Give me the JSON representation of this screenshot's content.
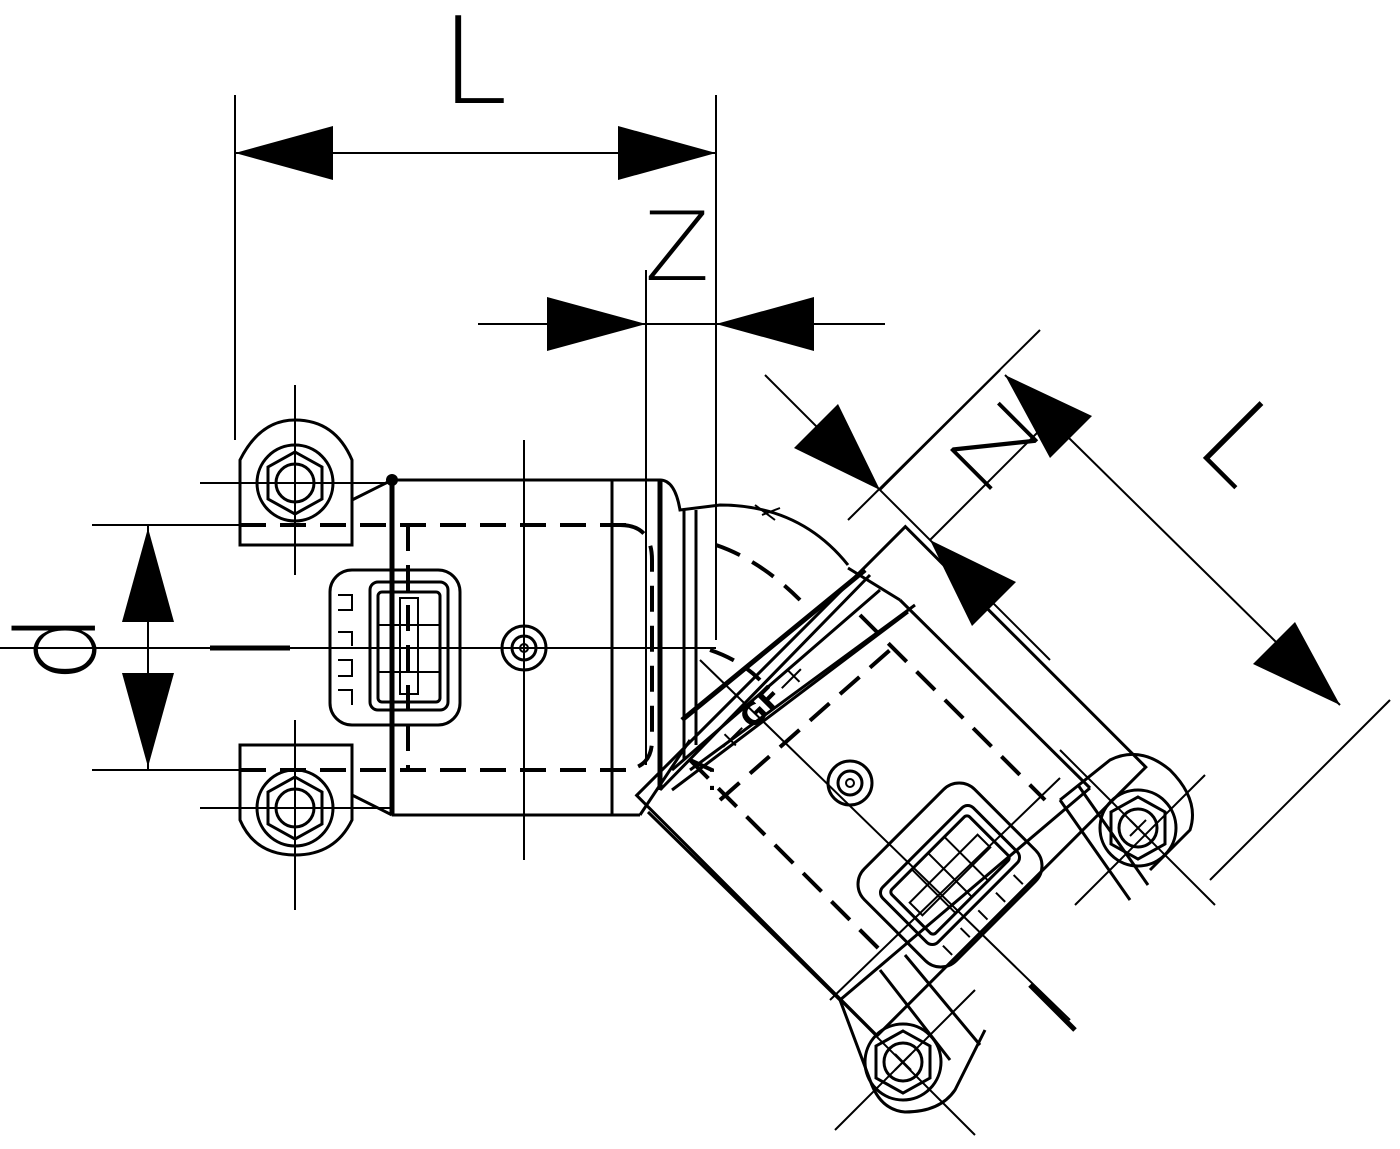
{
  "dimensions": {
    "length_label": "L",
    "z_label": "Z",
    "diameter_label": "d"
  },
  "marking": {
    "logo_text": "GF"
  },
  "colors": {
    "line": "#000000",
    "background": "#ffffff"
  }
}
